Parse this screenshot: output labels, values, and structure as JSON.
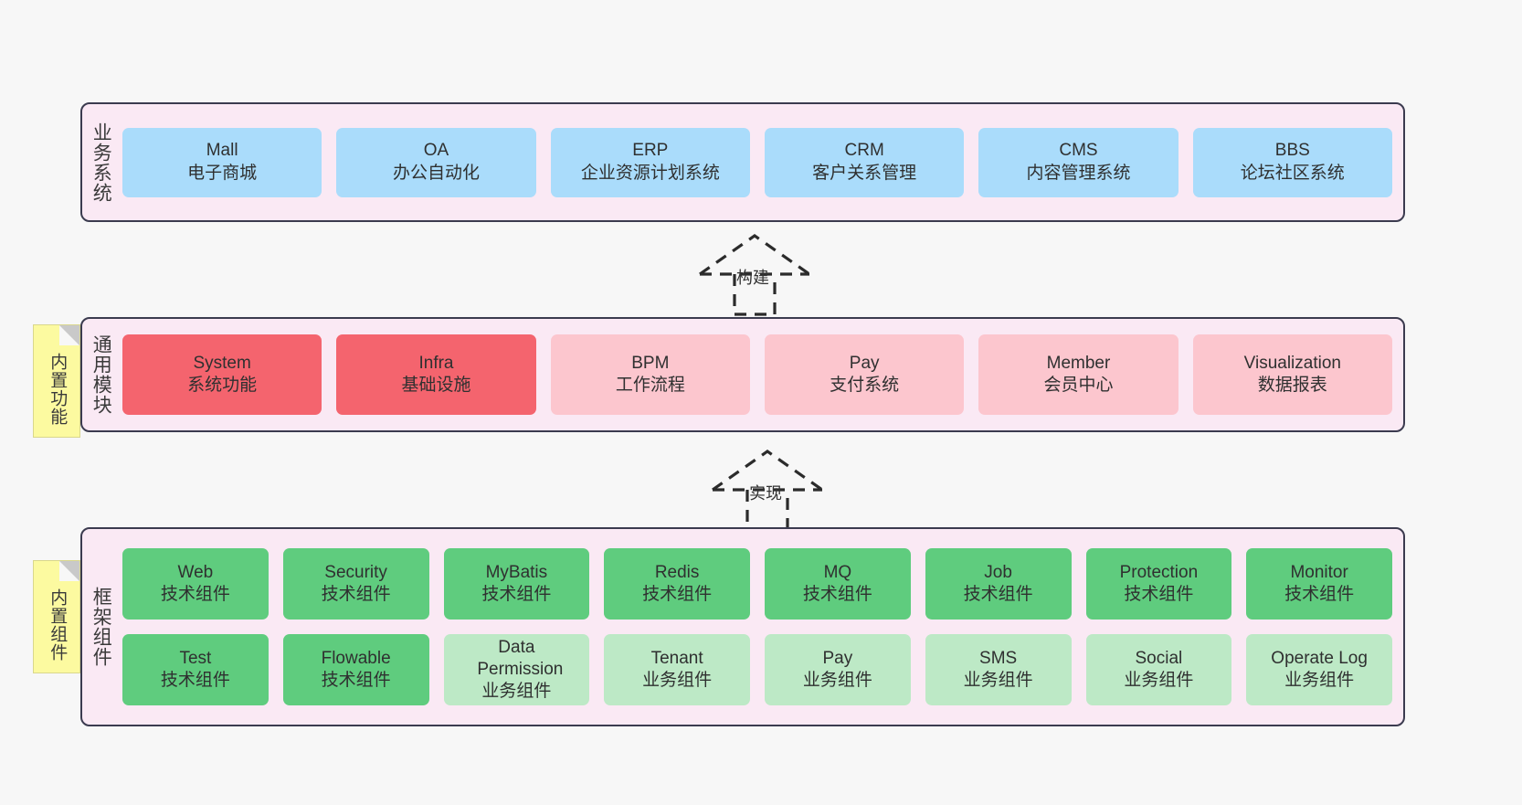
{
  "diagram": {
    "title": "",
    "colors": {
      "band_bg": "#fae9f4",
      "band_border": "#3b3b4f",
      "blue": "#aadcfb",
      "red": "#f4646e",
      "pink": "#fcc6ce",
      "green": "#5fcc7e",
      "light_green": "#bde9c6",
      "note": "#fcfaa0",
      "page_bg": "#f7f7f7"
    }
  },
  "layers": {
    "business": {
      "title": "业务系统",
      "cards": [
        {
          "name": "Mall",
          "desc": "电子商城"
        },
        {
          "name": "OA",
          "desc": "办公自动化"
        },
        {
          "name": "ERP",
          "desc": "企业资源计划系统"
        },
        {
          "name": "CRM",
          "desc": "客户关系管理"
        },
        {
          "name": "CMS",
          "desc": "内容管理系统"
        },
        {
          "name": "BBS",
          "desc": "论坛社区系统"
        }
      ]
    },
    "common": {
      "title": "通用模块",
      "note": "内置功能",
      "cards": [
        {
          "name": "System",
          "desc": "系统功能",
          "color": "red"
        },
        {
          "name": "Infra",
          "desc": "基础设施",
          "color": "red"
        },
        {
          "name": "BPM",
          "desc": "工作流程",
          "color": "pink"
        },
        {
          "name": "Pay",
          "desc": "支付系统",
          "color": "pink"
        },
        {
          "name": "Member",
          "desc": "会员中心",
          "color": "pink"
        },
        {
          "name": "Visualization",
          "desc": "数据报表",
          "color": "pink"
        }
      ]
    },
    "framework": {
      "title": "框架组件",
      "note": "内置组件",
      "row1": [
        {
          "name": "Web",
          "desc": "技术组件",
          "color": "green"
        },
        {
          "name": "Security",
          "desc": "技术组件",
          "color": "green"
        },
        {
          "name": "MyBatis",
          "desc": "技术组件",
          "color": "green"
        },
        {
          "name": "Redis",
          "desc": "技术组件",
          "color": "green"
        },
        {
          "name": "MQ",
          "desc": "技术组件",
          "color": "green"
        },
        {
          "name": "Job",
          "desc": "技术组件",
          "color": "green"
        },
        {
          "name": "Protection",
          "desc": "技术组件",
          "color": "green"
        },
        {
          "name": "Monitor",
          "desc": "技术组件",
          "color": "green"
        }
      ],
      "row2": [
        {
          "name": "Test",
          "desc": "技术组件",
          "color": "green"
        },
        {
          "name": "Flowable",
          "desc": "技术组件",
          "color": "green"
        },
        {
          "name": "Data Permission",
          "desc": "业务组件",
          "color": "light_green"
        },
        {
          "name": "Tenant",
          "desc": "业务组件",
          "color": "light_green"
        },
        {
          "name": "Pay",
          "desc": "业务组件",
          "color": "light_green"
        },
        {
          "name": "SMS",
          "desc": "业务组件",
          "color": "light_green"
        },
        {
          "name": "Social",
          "desc": "业务组件",
          "color": "light_green"
        },
        {
          "name": "Operate Log",
          "desc": "业务组件",
          "color": "light_green"
        }
      ]
    }
  },
  "connectors": [
    {
      "label": "构建",
      "from": "common",
      "to": "business"
    },
    {
      "label": "实现",
      "from": "framework",
      "to": "common"
    }
  ]
}
